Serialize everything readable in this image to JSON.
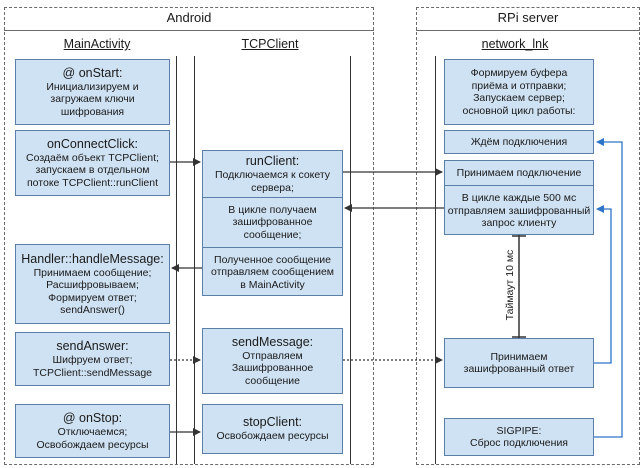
{
  "frames": {
    "android": "Android",
    "rpi": "RPi server"
  },
  "lanes": {
    "main_activity": "MainActivity",
    "tcp_client": "TCPClient",
    "network": "network_lnk"
  },
  "main_activity": {
    "on_start": {
      "title": "@ onStart:",
      "lines": "Инициализируем и\nзагружаем ключи\nшифрования"
    },
    "on_connect": {
      "title": "onConnectClick:",
      "lines": "Создаём объект TCPClient;\nзапускаем в отдельном\nпотоке TCPClient::runClient"
    },
    "handler": {
      "title": "Handler::handleMessage:",
      "lines": "Принимаем сообщение;\nРасшифровываем;\nФормируем ответ;\nsendAnswer()"
    },
    "send_answer": {
      "title": "sendAnswer:",
      "lines": "Шифруем ответ;\nTCPClient::sendMessage"
    },
    "on_stop": {
      "title": "@ onStop:",
      "lines": "Отключаемся;\nОсвобождаем ресурсы"
    }
  },
  "tcp_client": {
    "run_client": {
      "title": "runClient:",
      "part1": "Подключаемся к сокету\nсервера;",
      "part2": "В цикле получаем\nзашифрованное\nсообщение;",
      "part3": "Полученное сообщение\nотправляем сообщением\nв MainActivity"
    },
    "send_message": {
      "title": "sendMessage:",
      "lines": "Отправляем\nЗашифрованное\nсообщение"
    },
    "stop_client": {
      "title": "stopClient:",
      "lines": "Освобождаем ресурсы"
    }
  },
  "network": {
    "init": "Формируем буфера\nприёма и отправки;\nЗапускаем сервер;\nосновной цикл работы:",
    "wait": "Ждём подключения",
    "accept": "Принимаем подключение",
    "loop": "В цикле каждые 500 мс\nотправляем зашифрованный\nзапрос клиенту",
    "receive": "Принимаем\nзашифрованный ответ",
    "sigpipe": "SIGPIPE:\nСброс подключения"
  },
  "timeout_label": "Таймаут 10 мс",
  "colors": {
    "box_fill": "#cfe2f3",
    "box_border": "#5b7fa8",
    "feedback_arrow": "#2e74c8",
    "arrow": "#333333"
  }
}
